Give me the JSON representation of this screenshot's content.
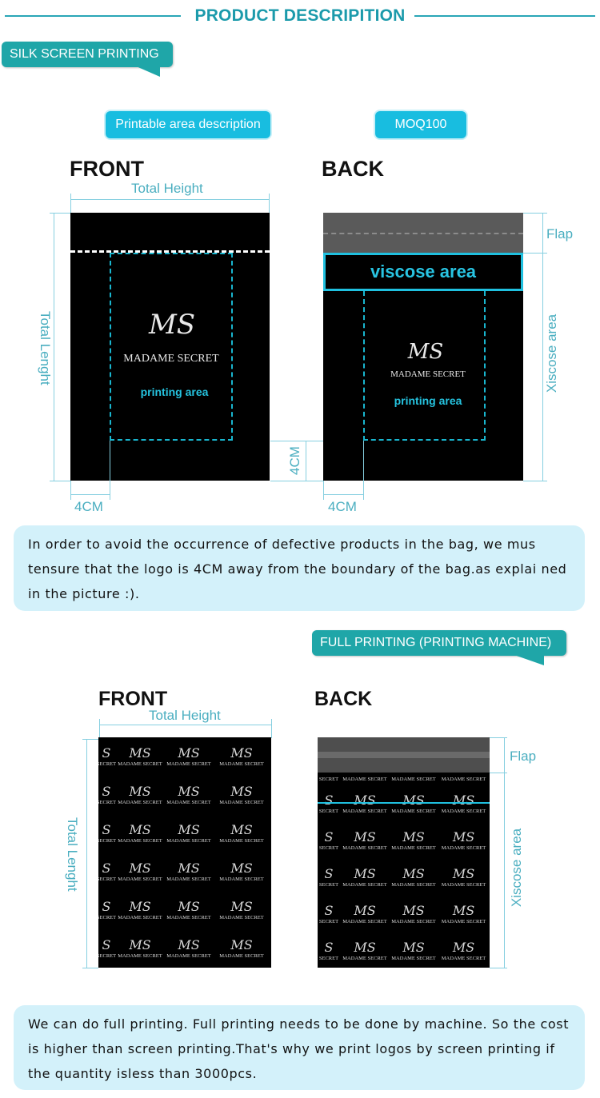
{
  "header": {
    "title": "PRODUCT DESCRIPITION"
  },
  "silk": {
    "ribbon": "SILK SCREEN PRINTING",
    "pill_left": "Printable area description",
    "pill_right": "MOQ100",
    "front": {
      "title": "FRONT",
      "total_height": "Total Height",
      "total_length": "Total Lenght",
      "margin_bottom": "4CM",
      "logo_mark": "MS",
      "logo_text": "MADAME SECRET",
      "printing_area": "printing area"
    },
    "back": {
      "title": "BACK",
      "flap": "Flap",
      "viscose": "viscose area",
      "xiscose": "Xiscose area",
      "margin_side": "4CM",
      "margin_bottom": "4CM",
      "logo_mark": "MS",
      "logo_text": "MADAME SECRET",
      "printing_area": "printing area"
    },
    "note": "In order to avoid the occurrence of defective products in the bag, we mus tensure that the logo is 4CM away from the boundary of the bag.as explai ned in the picture :)."
  },
  "full": {
    "ribbon": "FULL PRINTING (PRINTING MACHINE)",
    "front": {
      "title": "FRONT",
      "total_height": "Total Height",
      "total_length": "Total Lenght"
    },
    "back": {
      "title": "BACK",
      "flap": "Flap",
      "xiscose": "Xiscose area"
    },
    "pattern": {
      "mark": "MS",
      "text": "MADAME SECRET",
      "edge_text": "SECRET"
    },
    "note": "We can do full printing. Full printing needs to be done by machine. So the cost is higher than screen printing.That's why we print logos by screen printing if the quantity isless than 3000pcs."
  },
  "colors": {
    "teal": "#1fa6a8",
    "cyan": "#18bde0",
    "note_bg": "#d3f1fa"
  }
}
